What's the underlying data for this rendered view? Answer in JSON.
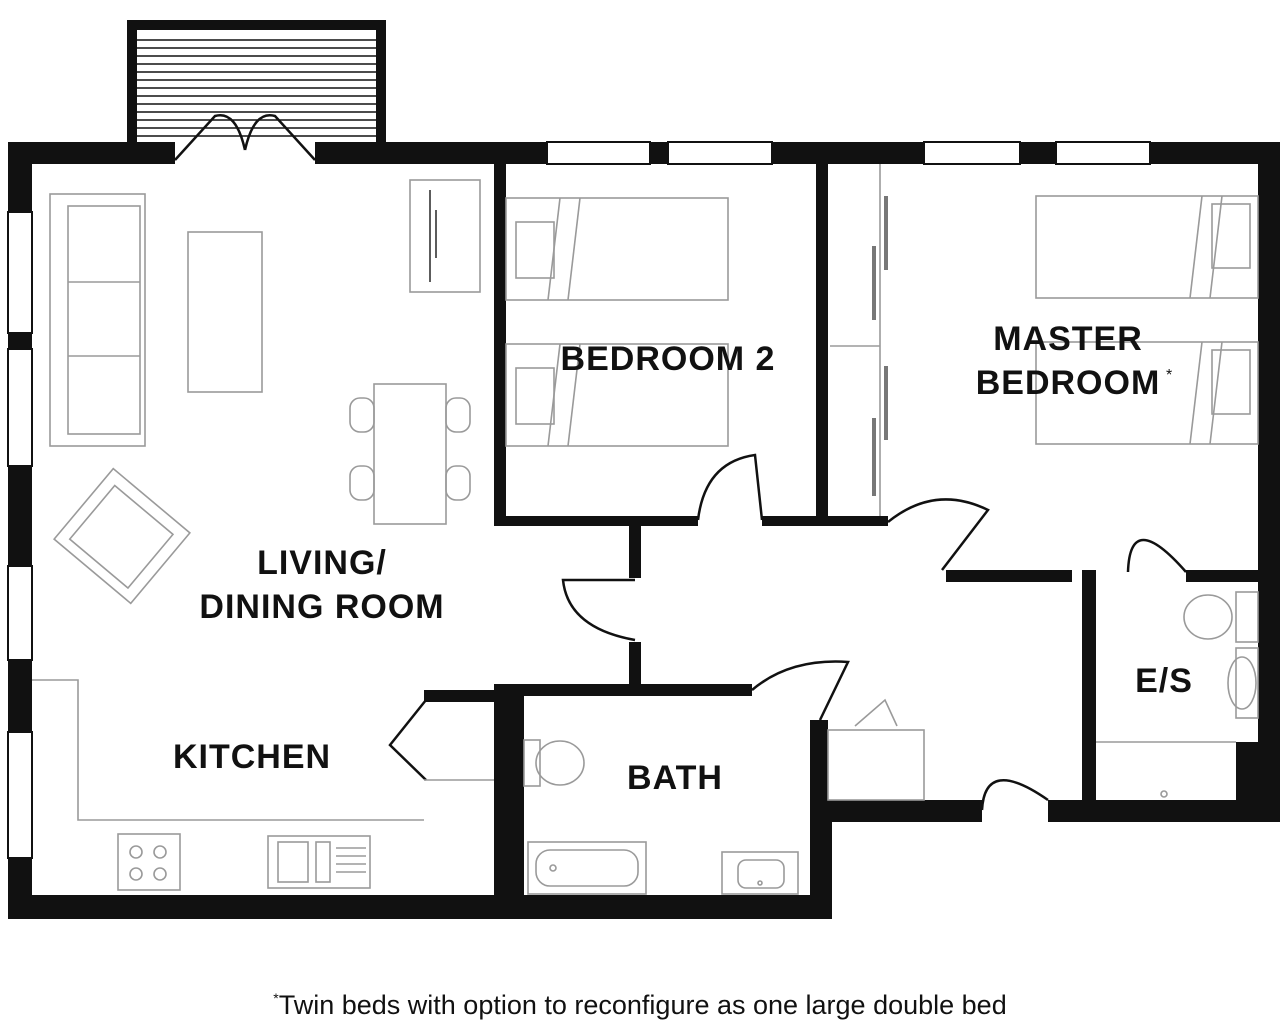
{
  "rooms": {
    "bedroom2": "BEDROOM 2",
    "master_line1": "MASTER",
    "master_line2": "BEDROOM",
    "master_mark": "*",
    "living_line1": "LIVING/",
    "living_line2": "DINING ROOM",
    "kitchen": "KITCHEN",
    "bath": "BATH",
    "ensuite": "E/S"
  },
  "footnote": {
    "mark": "*",
    "text": "Twin beds with option to reconfigure as one large double bed"
  }
}
